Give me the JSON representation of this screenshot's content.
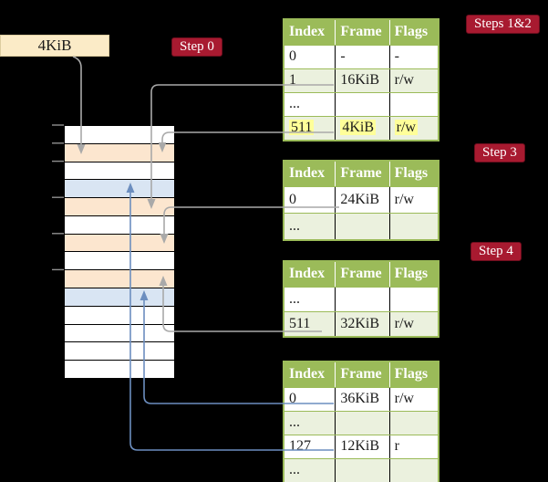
{
  "colors": {
    "background": "#000000",
    "table_green": "#9BBB59",
    "row_green": "#EBF1DE",
    "frame_peach": "#FCE6CF",
    "frame_blue": "#D9E5F3",
    "label_cream": "#FBEBC7",
    "badge_red": "#A81A30",
    "highlight_yellow": "#FFFF99",
    "connector_gray": "#A9A9A9",
    "connector_blue": "#6C8EBF"
  },
  "page_size_label": "4KiB",
  "badges": {
    "step0": "Step 0",
    "steps12": "Steps 1&2",
    "step3": "Step 3",
    "step4": "Step 4"
  },
  "memory": {
    "rows": [
      "white",
      "peach",
      "white",
      "blue",
      "peach",
      "white",
      "peach",
      "white",
      "peach",
      "blue",
      "white",
      "white",
      "white",
      "white"
    ]
  },
  "tables": {
    "headers": [
      "Index",
      "Frame",
      "Flags"
    ],
    "root": {
      "rows": [
        [
          "0",
          "-",
          "-"
        ],
        [
          "1",
          "16KiB",
          "r/w"
        ],
        [
          "...",
          "",
          ""
        ],
        [
          "511",
          "4KiB",
          "r/w"
        ]
      ]
    },
    "pt16": {
      "rows": [
        [
          "0",
          "24KiB",
          "r/w"
        ],
        [
          "...",
          "",
          ""
        ]
      ]
    },
    "pt24": {
      "rows": [
        [
          "...",
          "",
          ""
        ],
        [
          "511",
          "32KiB",
          "r/w"
        ]
      ]
    },
    "pt32": {
      "rows": [
        [
          "0",
          "36KiB",
          "r/w"
        ],
        [
          "...",
          "",
          ""
        ],
        [
          "127",
          "12KiB",
          "r"
        ],
        [
          "...",
          "",
          ""
        ]
      ]
    }
  }
}
